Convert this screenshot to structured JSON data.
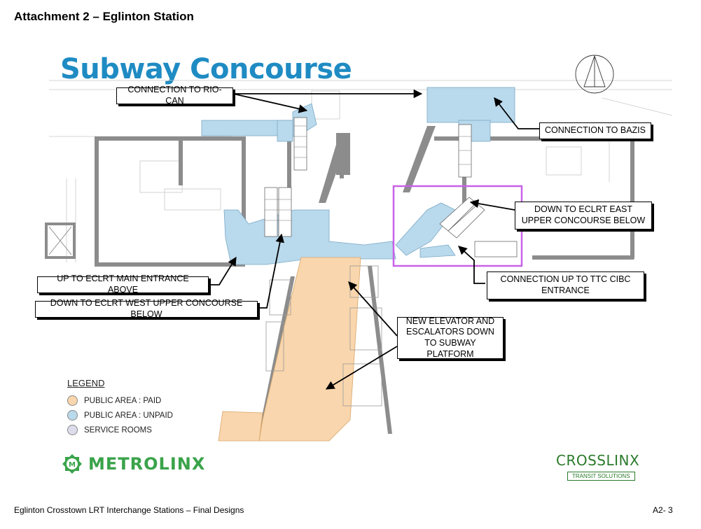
{
  "header": {
    "title": "Attachment 2 – Eglinton Station"
  },
  "diagram": {
    "title": "Subway Concourse",
    "callouts": {
      "rio_can": "CONNECTION TO RIO-CAN",
      "bazis": "CONNECTION TO BAZIS",
      "east_upper": "DOWN TO ECLRT EAST UPPER CONCOURSE BELOW",
      "ttc_cibc": "CONNECTION UP TO TTC CIBC ENTRANCE",
      "main_entrance": "UP TO ECLRT  MAIN ENTRANCE ABOVE",
      "west_upper": "DOWN TO ECLRT WEST UPPER CONCOURSE BELOW",
      "elevator": "NEW ELEVATOR AND ESCALATORS DOWN TO SUBWAY PLATFORM"
    },
    "legend": {
      "title": "LEGEND",
      "items": [
        {
          "label": "PUBLIC AREA : PAID",
          "color": "#f9d6ad"
        },
        {
          "label": "PUBLIC AREA : UNPAID",
          "color": "#b9d9ec"
        },
        {
          "label": "SERVICE ROOMS",
          "color": "#dcdcea"
        }
      ]
    },
    "colors": {
      "paid": "#f9d6ad",
      "unpaid": "#b9d9ec",
      "wall": "#8c8c8c",
      "highlight": "#c861e8"
    }
  },
  "logos": {
    "metrolinx": "METROLINX",
    "crosslinx": "CROSSLINX",
    "crosslinx_sub": "TRANSIT SOLUTIONS"
  },
  "footer": {
    "left": "Eglinton Crosstown LRT Interchange Stations – Final Designs",
    "right": "A2- 3"
  }
}
